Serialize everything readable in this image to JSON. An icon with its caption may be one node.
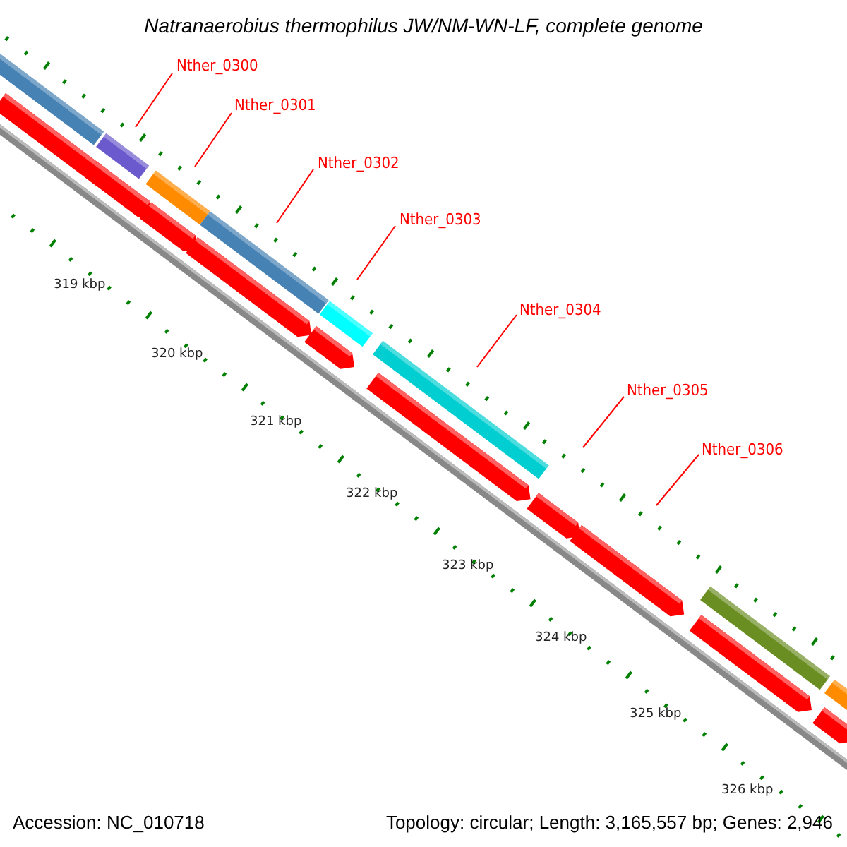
{
  "diagram": {
    "title": "Natranaerobius thermophilus JW/NM-WN-LF, complete genome",
    "nodes": [
      {
        "text": [
          "Nther_0300"
        ]
      },
      {
        "text": [
          "Nther_0301"
        ]
      },
      {
        "text": [
          "Nther_0302"
        ]
      },
      {
        "text": [
          "Nther_0303"
        ]
      },
      {
        "text": [
          "Nther_0304"
        ]
      },
      {
        "text": [
          "Nther_0305"
        ]
      },
      {
        "text": [
          "Nther_0306"
        ]
      }
    ],
    "edges": [
      {
        "from": 0,
        "to": null,
        "arrow": "none"
      },
      {
        "from": 1,
        "to": null,
        "arrow": "none"
      },
      {
        "from": 2,
        "to": null,
        "arrow": "none"
      },
      {
        "from": 3,
        "to": null,
        "arrow": "none"
      },
      {
        "from": 4,
        "to": null,
        "arrow": "none"
      },
      {
        "from": 5,
        "to": null,
        "arrow": "none"
      },
      {
        "from": 6,
        "to": null,
        "arrow": "none"
      }
    ],
    "labels": [
      "319 kbp",
      "320 kbp",
      "321 kbp",
      "322 kbp",
      "323 kbp",
      "324 kbp",
      "325 kbp",
      "326 kbp",
      "Accession: NC_010718",
      "Topology: circular; Length: 3,165,557 bp; Genes: 2,946"
    ]
  }
}
